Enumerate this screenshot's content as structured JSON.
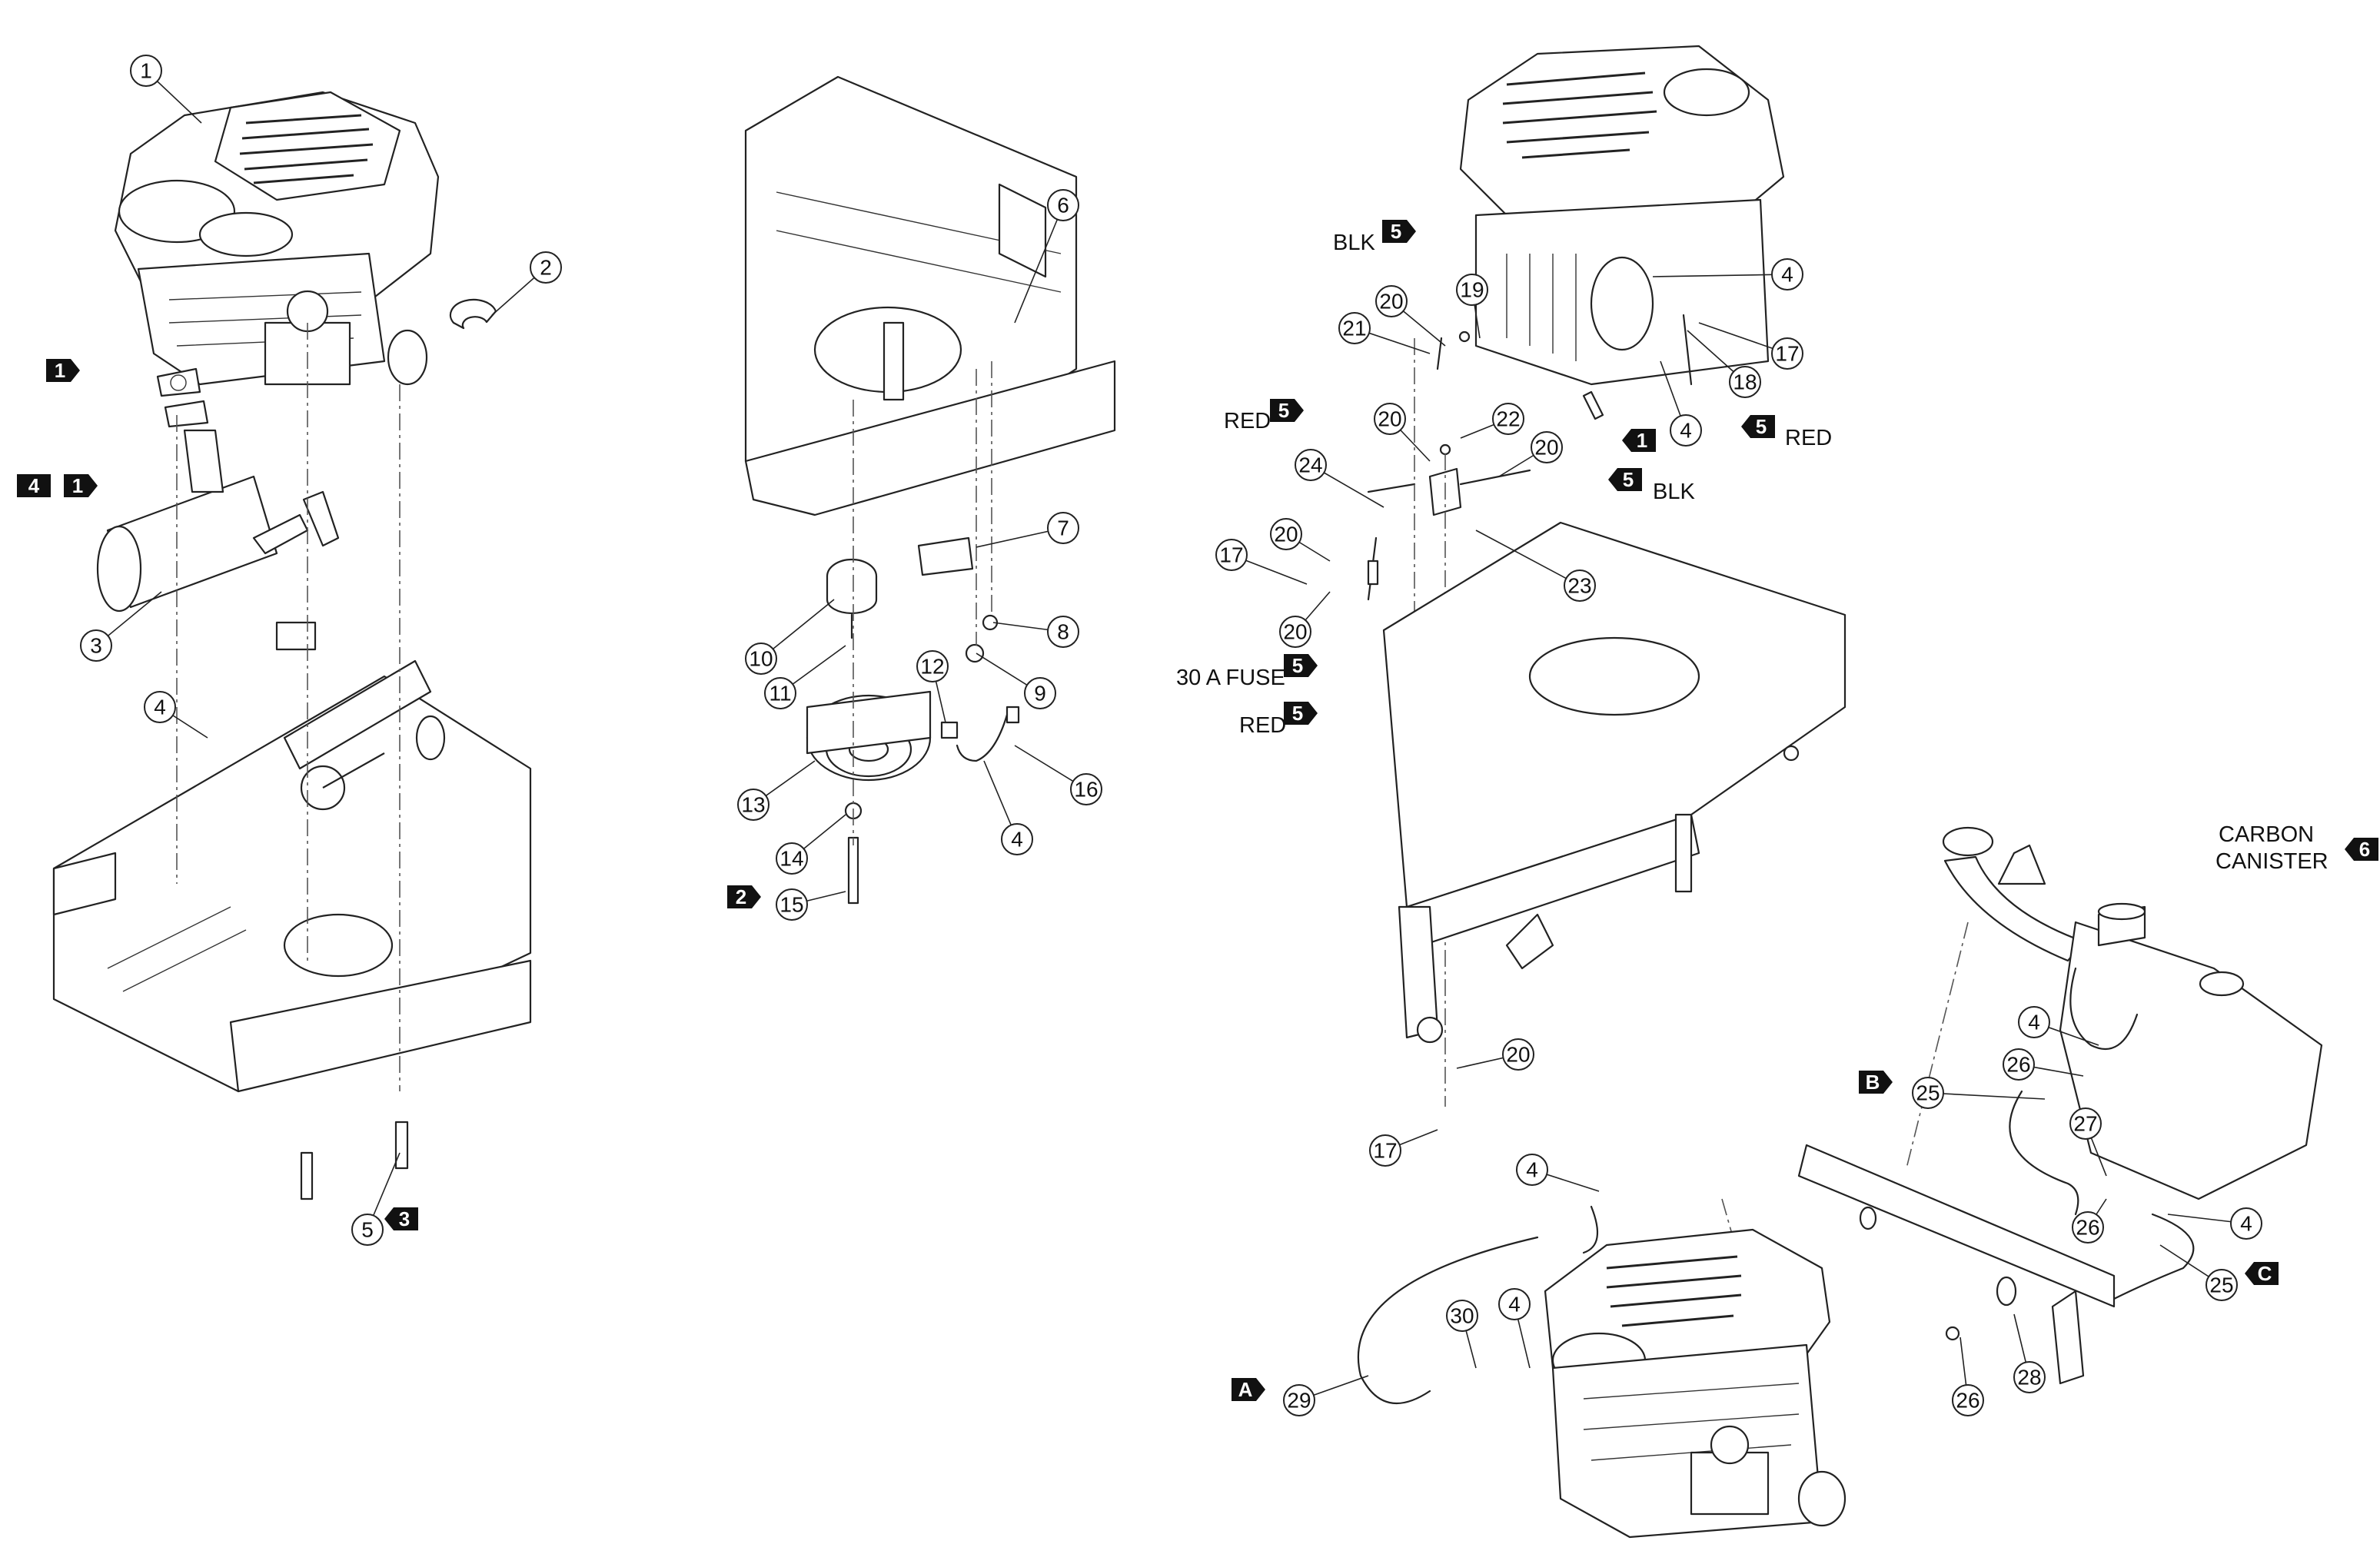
{
  "callouts": [
    {
      "id": "c1-1",
      "num": "1"
    },
    {
      "id": "c1-2",
      "num": "2"
    },
    {
      "id": "c1-3",
      "num": "3"
    },
    {
      "id": "c1-4",
      "num": "4"
    },
    {
      "id": "c1-5",
      "num": "5"
    },
    {
      "id": "c2-6",
      "num": "6"
    },
    {
      "id": "c2-7",
      "num": "7"
    },
    {
      "id": "c2-8",
      "num": "8"
    },
    {
      "id": "c2-9",
      "num": "9"
    },
    {
      "id": "c2-10",
      "num": "10"
    },
    {
      "id": "c2-11",
      "num": "11"
    },
    {
      "id": "c2-12",
      "num": "12"
    },
    {
      "id": "c2-13",
      "num": "13"
    },
    {
      "id": "c2-14",
      "num": "14"
    },
    {
      "id": "c2-15",
      "num": "15"
    },
    {
      "id": "c2-16",
      "num": "16"
    },
    {
      "id": "c2-4",
      "num": "4"
    },
    {
      "id": "c3-4a",
      "num": "4"
    },
    {
      "id": "c3-4b",
      "num": "4"
    },
    {
      "id": "c3-17a",
      "num": "17"
    },
    {
      "id": "c3-18",
      "num": "18"
    },
    {
      "id": "c3-19",
      "num": "19"
    },
    {
      "id": "c3-20a",
      "num": "20"
    },
    {
      "id": "c3-21",
      "num": "21"
    },
    {
      "id": "c3-20b",
      "num": "20"
    },
    {
      "id": "c3-22",
      "num": "22"
    },
    {
      "id": "c3-20c",
      "num": "20"
    },
    {
      "id": "c3-24",
      "num": "24"
    },
    {
      "id": "c3-20d",
      "num": "20"
    },
    {
      "id": "c3-17b",
      "num": "17"
    },
    {
      "id": "c3-20e",
      "num": "20"
    },
    {
      "id": "c3-23",
      "num": "23"
    },
    {
      "id": "c3-20f",
      "num": "20"
    },
    {
      "id": "c3-17c",
      "num": "17"
    },
    {
      "id": "c4-4a",
      "num": "4"
    },
    {
      "id": "c4-26a",
      "num": "26"
    },
    {
      "id": "c4-25a",
      "num": "25"
    },
    {
      "id": "c4-27",
      "num": "27"
    },
    {
      "id": "c4-26b",
      "num": "26"
    },
    {
      "id": "c4-4b",
      "num": "4"
    },
    {
      "id": "c4-25b",
      "num": "25"
    },
    {
      "id": "c4-4c",
      "num": "4"
    },
    {
      "id": "c4-30",
      "num": "30"
    },
    {
      "id": "c4-4d",
      "num": "4"
    },
    {
      "id": "c4-29",
      "num": "29"
    },
    {
      "id": "c4-26c",
      "num": "26"
    },
    {
      "id": "c4-28",
      "num": "28"
    }
  ],
  "tags": [
    {
      "id": "t1",
      "text": "1"
    },
    {
      "id": "t2",
      "text": "4"
    },
    {
      "id": "t3",
      "text": "1"
    },
    {
      "id": "t4",
      "text": "3"
    },
    {
      "id": "t5",
      "text": "2"
    },
    {
      "id": "t6",
      "text": "5"
    },
    {
      "id": "t7",
      "text": "5"
    },
    {
      "id": "t8",
      "text": "1"
    },
    {
      "id": "t9",
      "text": "5"
    },
    {
      "id": "t10",
      "text": "5"
    },
    {
      "id": "t11",
      "text": "5"
    },
    {
      "id": "t12",
      "text": "5"
    },
    {
      "id": "t13",
      "text": "6"
    },
    {
      "id": "t14",
      "text": "B"
    },
    {
      "id": "t15",
      "text": "C"
    },
    {
      "id": "t16",
      "text": "A"
    }
  ],
  "labels": {
    "blk_top": "BLK",
    "red_left": "RED",
    "red_right": "RED",
    "blk_right": "BLK",
    "fuse": "30 A FUSE",
    "red_bottom": "RED",
    "carbon_line1": "CARBON",
    "carbon_line2": "CANISTER"
  }
}
